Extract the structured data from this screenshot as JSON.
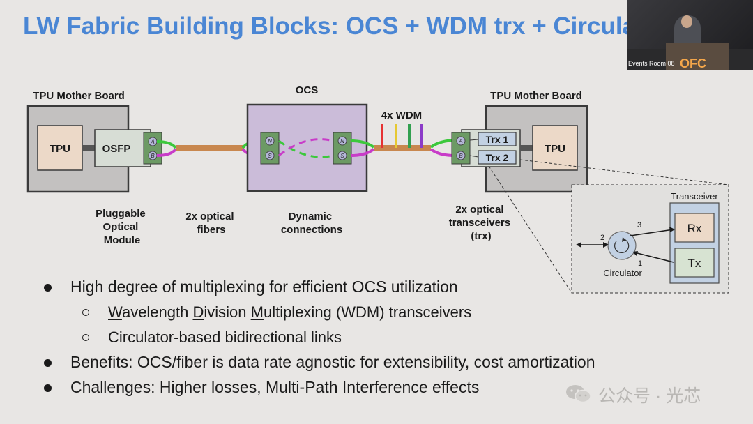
{
  "slide": {
    "title": "LW Fabric Building Blocks: OCS + WDM trx + Circulato"
  },
  "video": {
    "room_label": "Events Room 08",
    "logo_text": "OFC"
  },
  "diagram": {
    "left_board": {
      "label": "TPU Mother Board",
      "tpu": "TPU",
      "osfp": "OSFP",
      "port_a": "A",
      "port_b": "B"
    },
    "ocs": {
      "label": "OCS",
      "port_n": "N",
      "port_s": "S"
    },
    "wdm_label": "4x WDM",
    "right_board": {
      "label": "TPU Mother Board",
      "tpu": "TPU",
      "trx1": "Trx 1",
      "trx2": "Trx 2",
      "port_a": "A",
      "port_b": "B"
    },
    "captions": {
      "pluggable": [
        "Pluggable",
        "Optical",
        "Module"
      ],
      "fibers": [
        "2x optical",
        "fibers"
      ],
      "dynamic": [
        "Dynamic",
        "connections"
      ],
      "transceivers": [
        "2x optical",
        "transceivers",
        "(trx)"
      ]
    },
    "inset": {
      "transceiver_label": "Transceiver",
      "rx": "Rx",
      "tx": "Tx",
      "circulator_label": "Circulator",
      "port1": "1",
      "port2": "2",
      "port3": "3"
    },
    "colors": {
      "fiber": "#c8874e",
      "green": "#3cc83c",
      "magenta": "#c83cc8",
      "wdm": [
        "#e63232",
        "#e6c832",
        "#32a050",
        "#8c3cc8"
      ]
    }
  },
  "bullets": [
    {
      "text": "High degree of multiplexing for efficient OCS utilization",
      "sub": [
        {
          "parts": [
            {
              "t": "W",
              "u": true
            },
            {
              "t": "avelength ",
              "u": false
            },
            {
              "t": "D",
              "u": true
            },
            {
              "t": "ivision ",
              "u": false
            },
            {
              "t": "M",
              "u": true
            },
            {
              "t": "ultiplexing (WDM) transceivers",
              "u": false
            }
          ]
        },
        {
          "parts": [
            {
              "t": "Circulator-based bidirectional links",
              "u": false
            }
          ]
        }
      ]
    },
    {
      "text": "Benefits: OCS/fiber is data rate agnostic for extensibility, cost amortization",
      "sub": []
    },
    {
      "text": "Challenges: Higher losses, Multi-Path Interference effects",
      "sub": []
    }
  ],
  "watermark": "公众号 · 光芯"
}
